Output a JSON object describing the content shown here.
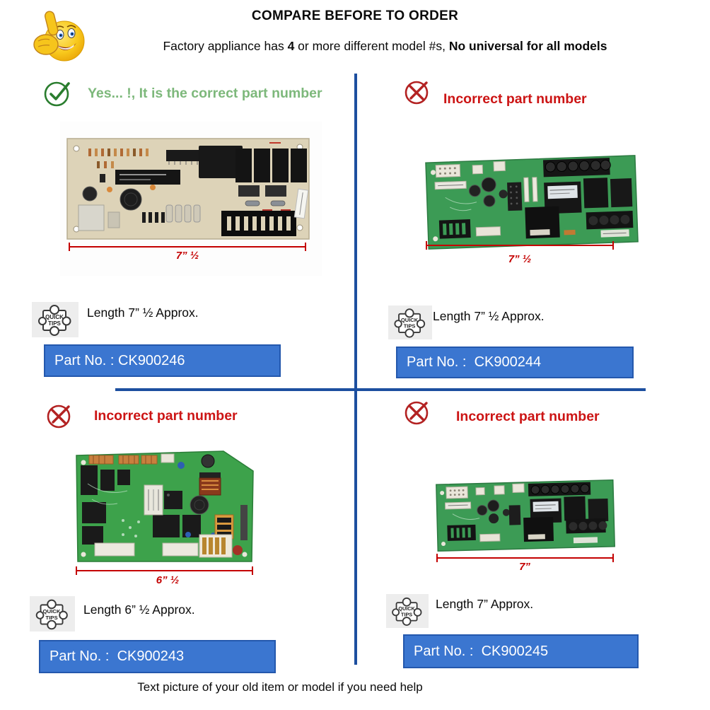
{
  "header": {
    "title": "COMPARE BEFORE TO ORDER",
    "subtitle": {
      "pre": "Factory appliance has ",
      "bold_count": "4",
      "mid": " or more different model #s, ",
      "bold_tail": "No universal for all models"
    }
  },
  "quick_tips_icon": {
    "line1": "QUICK",
    "line2": "TIPS"
  },
  "quadrants": {
    "top_left": {
      "status": "correct",
      "heading": "Yes... !, It is the correct part number",
      "dimension": "7” ½",
      "length": "Length 7” ½ Approx.",
      "part": "Part No. : CK900246"
    },
    "top_right": {
      "status": "incorrect",
      "heading": "Incorrect part number",
      "dimension": "7” ½",
      "length": "Length 7” ½ Approx.",
      "part": "Part No. :  CK900244"
    },
    "bottom_left": {
      "status": "incorrect",
      "heading": "Incorrect part number",
      "dimension": "6” ½",
      "length": "Length 6” ½ Approx.",
      "part": "Part No. :  CK900243"
    },
    "bottom_right": {
      "status": "incorrect",
      "heading": "Incorrect part number",
      "dimension": "7”",
      "length": "Length 7” Approx.",
      "part": "Part No. :  CK900245"
    }
  },
  "footer": {
    "note": "Text picture of your old item or model if you need help"
  },
  "colors": {
    "banner_blue": "#3b76d0",
    "divider_blue": "#1d4f9f",
    "correct_green": "#7db87b",
    "check_green": "#2a7d2e",
    "incorrect_red": "#cc1414",
    "dimension_red": "#c40000",
    "pcb_green": "#3c9b55",
    "pcb_beige": "#ddd3b8"
  }
}
